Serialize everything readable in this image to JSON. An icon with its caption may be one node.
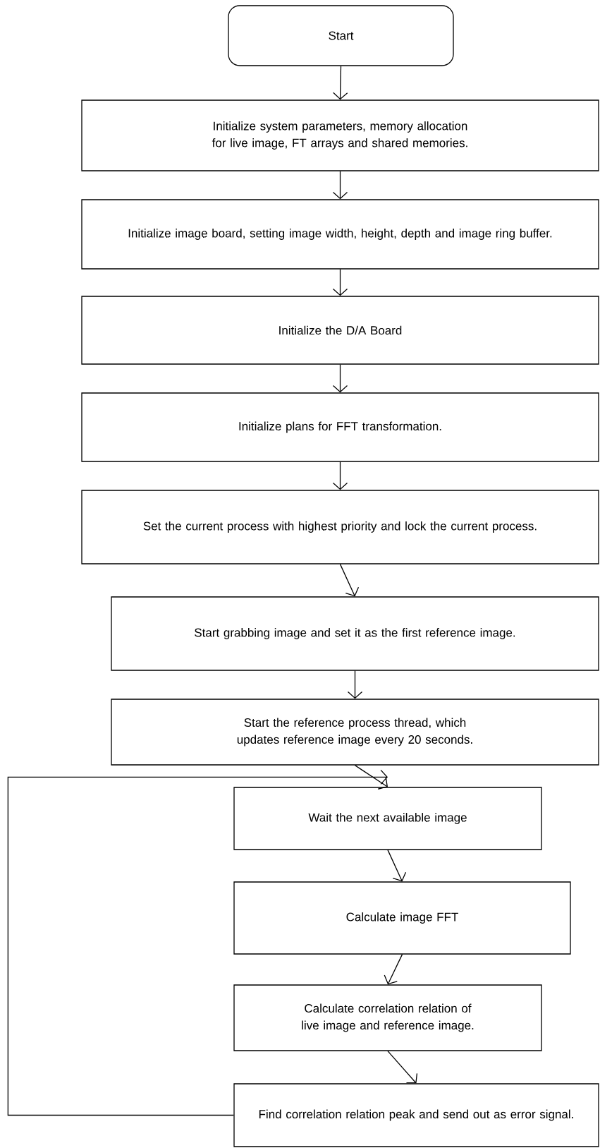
{
  "diagram": {
    "nodes": [
      {
        "text": [
          "Start"
        ]
      },
      {
        "text": [
          "Initialize system parameters, memory allocation for live image, FT arrays and shared memories."
        ]
      },
      {
        "text": [
          "Initialize image board, setting image width, height, depth and image ring buffer."
        ]
      },
      {
        "text": [
          "Initialize the D/A Board"
        ]
      },
      {
        "text": [
          "Initialize plans for FFT transformation."
        ]
      },
      {
        "text": [
          "Set the current process with highest priority and lock the current process."
        ]
      },
      {
        "text": [
          "Start grabbing image and set it as the first reference image."
        ]
      },
      {
        "text": [
          "Start the reference process thread, which updates reference image every 20 seconds."
        ]
      },
      {
        "text": [
          "Wait the next available image"
        ]
      },
      {
        "text": [
          "Calculate image FFT"
        ]
      },
      {
        "text": [
          "Calculate correlation relation of live image and reference image."
        ]
      },
      {
        "text": [
          "Find correlation relation peak and send out as error signal."
        ]
      }
    ],
    "edges": [
      {
        "from": 0,
        "to": 1,
        "arrow": "to"
      },
      {
        "from": 1,
        "to": 2,
        "arrow": "to"
      },
      {
        "from": 2,
        "to": 3,
        "arrow": "to"
      },
      {
        "from": 3,
        "to": 4,
        "arrow": "to"
      },
      {
        "from": 4,
        "to": 5,
        "arrow": "to"
      },
      {
        "from": 5,
        "to": 6,
        "arrow": "to"
      },
      {
        "from": 6,
        "to": 7,
        "arrow": "to"
      },
      {
        "from": 7,
        "to": 8,
        "arrow": "to"
      },
      {
        "from": 8,
        "to": 9,
        "arrow": "to"
      },
      {
        "from": 9,
        "to": 10,
        "arrow": "to"
      },
      {
        "from": 10,
        "to": 11,
        "arrow": "to"
      },
      {
        "from": 11,
        "to": 8,
        "arrow": "to"
      }
    ]
  }
}
